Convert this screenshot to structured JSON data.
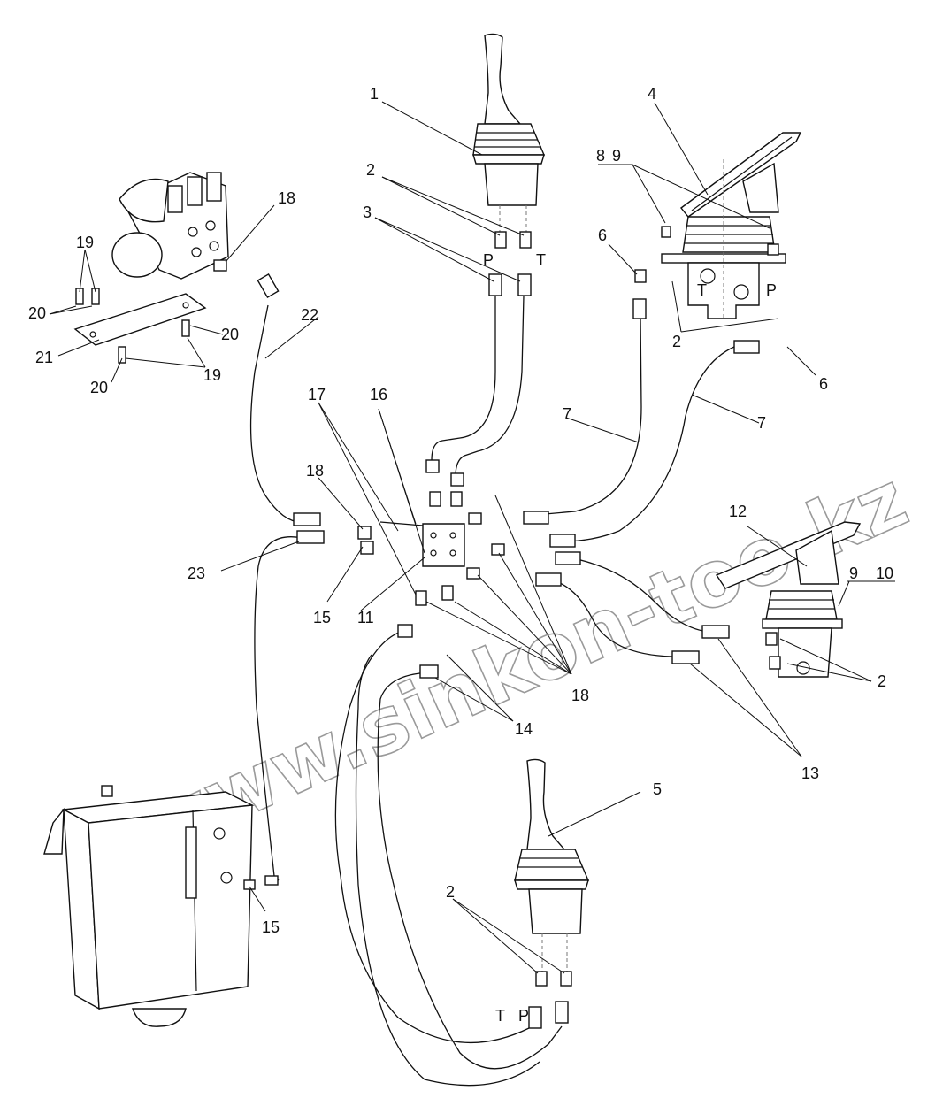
{
  "watermark": "www.sinkon-too.kz",
  "callouts": {
    "c1": "1",
    "c2a": "2",
    "c3": "3",
    "c4": "4",
    "c8": "8",
    "c9a": "9",
    "c6a": "6",
    "c2b": "2",
    "c6b": "6",
    "c7a": "7",
    "c7b": "7",
    "c18a": "18",
    "c19a": "19",
    "c20a": "20",
    "c21": "21",
    "c22": "22",
    "c20b": "20",
    "c20c": "20",
    "c19b": "19",
    "c17": "17",
    "c16": "16",
    "c18b": "18",
    "c23": "23",
    "c15a": "15",
    "c11": "11",
    "c12": "12",
    "c9b": "9",
    "c10": "10",
    "c2c": "2",
    "c13": "13",
    "c18c": "18",
    "c14": "14",
    "c5": "5",
    "c2d": "2",
    "c15b": "15"
  },
  "ports": {
    "p1": "P",
    "t1": "T",
    "t2": "T",
    "p2": "P",
    "t3": "T",
    "p3": "P"
  },
  "components": {
    "joystick_upper": "joystick-upper",
    "pedal_upper": "pedal-valve-upper",
    "pedal_lower": "pedal-valve-lower",
    "joystick_lower": "joystick-lower",
    "pump_block": "pump-valve-block",
    "distribution_block": "distribution-block",
    "control_box": "control-box",
    "bracket": "mounting-bracket"
  }
}
